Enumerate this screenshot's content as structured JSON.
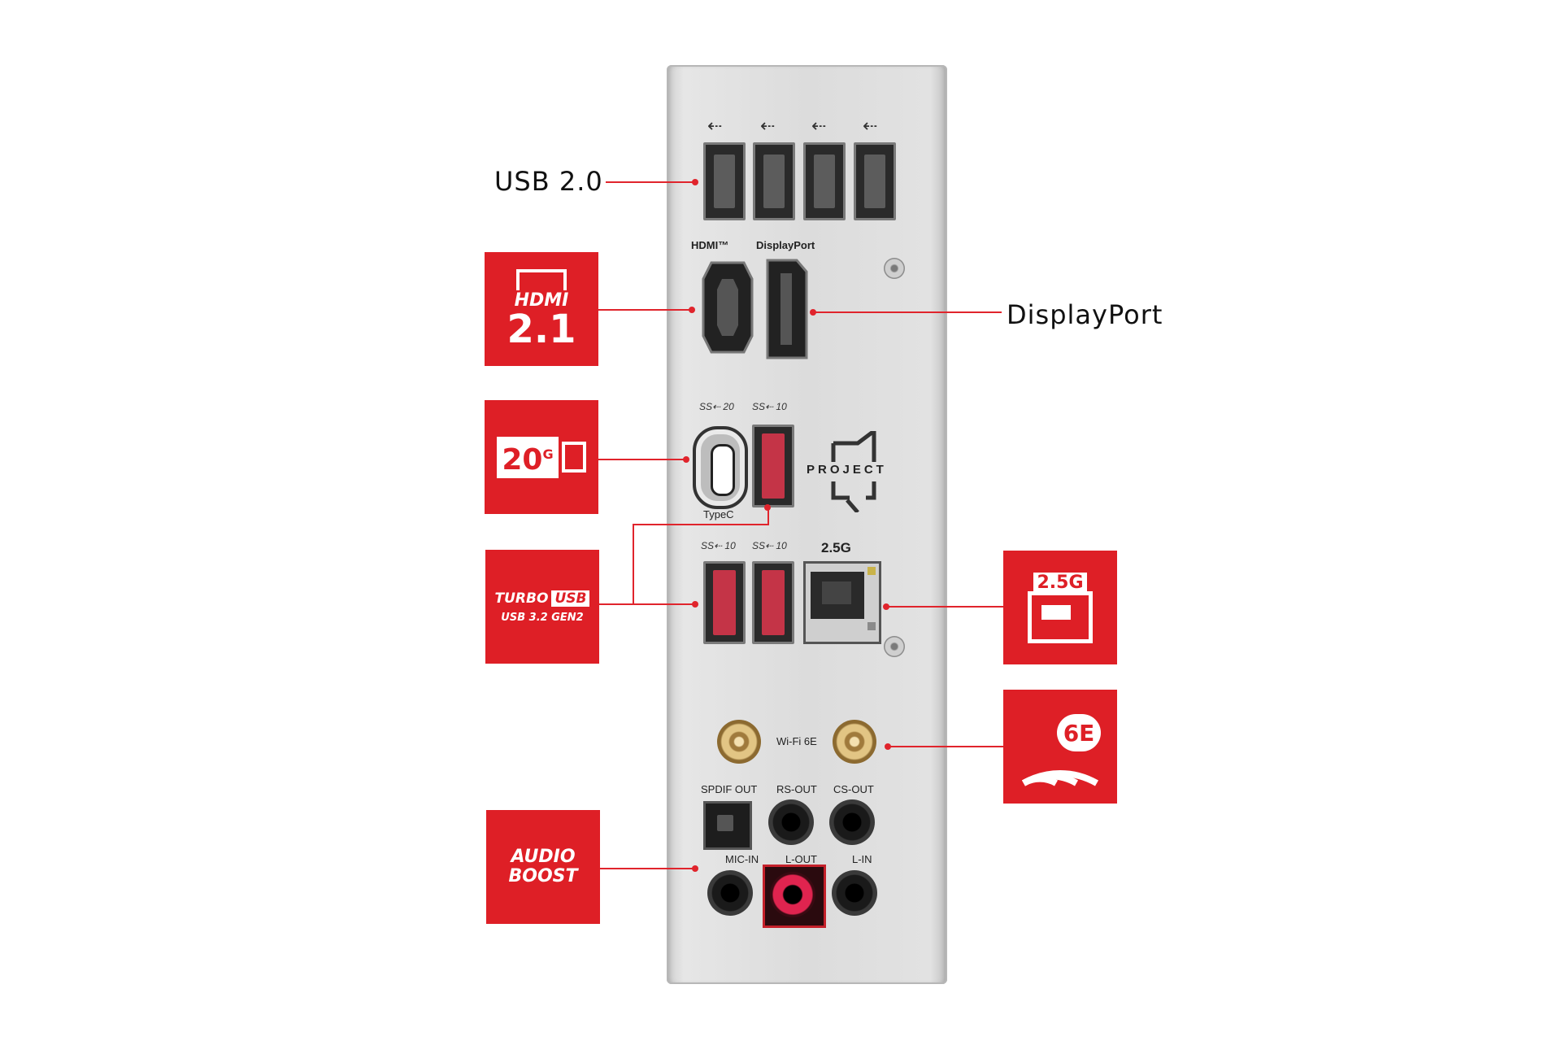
{
  "callouts": {
    "usb20": "USB 2.0",
    "displayport": "DisplayPort"
  },
  "badges": {
    "hdmi_top": "HDMI",
    "hdmi_ver": "2.1",
    "usb20g": "20",
    "usb20g_sup": "G",
    "turbo_line1": "TURBO",
    "turbo_usb": "USB",
    "turbo_line2": "USB 3.2 GEN2",
    "lan_speed": "2.5G",
    "wifi": "6E",
    "audio_line1": "AUDIO",
    "audio_line2": "BOOST"
  },
  "plate": {
    "hdmi_label": "HDMI™",
    "dp_label": "DisplayPort",
    "ss20": "SS⇠ 20",
    "ss10_a": "SS⇠ 10",
    "ss10_b": "SS⇠ 10",
    "ss10_c": "SS⇠ 10",
    "typec": "TypeC",
    "project": "PROJECT",
    "lan_label": "2.5G",
    "wifi_label": "Wi-Fi 6E",
    "spdif": "SPDIF OUT",
    "rs_out": "RS-OUT",
    "cs_out": "CS-OUT",
    "mic_in": "MIC-IN",
    "l_out": "L-OUT",
    "l_in": "L-IN"
  },
  "colors": {
    "accent_red": "#de1f26",
    "plate_silver": "#dcdcdc"
  }
}
